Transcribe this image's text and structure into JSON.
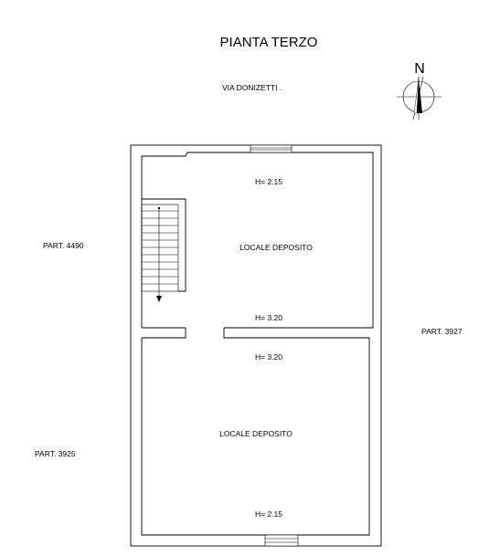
{
  "title": "PIANTA TERZO",
  "street": "VIA DONIZETTI .",
  "north_letter": "N",
  "parcels": {
    "left_top": "PART. 4490",
    "right": "PART. 3927",
    "left_bottom": "PART. 3925"
  },
  "rooms": {
    "upper": {
      "name": "LOCALE DEPOSITO",
      "height_top": "H= 2.15",
      "height_bottom": "H= 3.20"
    },
    "lower": {
      "name": "LOCALE DEPOSITO",
      "height_top": "H= 3.20",
      "height_bottom": "H= 2.15"
    }
  }
}
